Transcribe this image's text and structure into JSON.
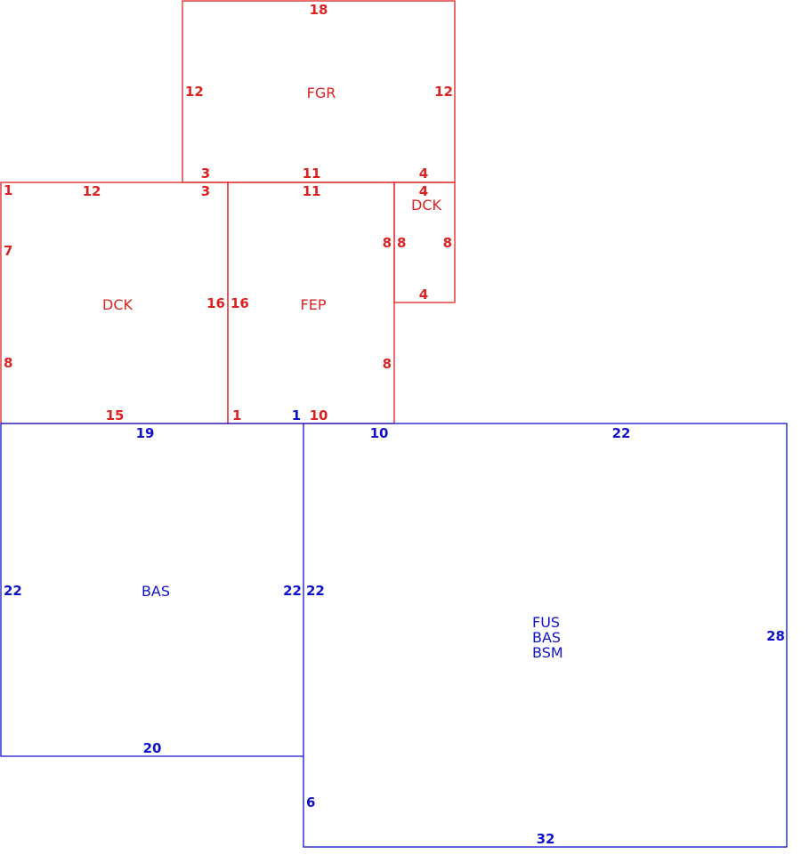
{
  "colors": {
    "red": "#dd2222",
    "blue": "#1111cc"
  },
  "areas": {
    "fgr": {
      "code": "FGR",
      "top": "18",
      "left": "12",
      "right": "12",
      "bottom_left": "3",
      "bottom_mid": "11",
      "bottom_right": "4"
    },
    "dck_left": {
      "code": "DCK",
      "corner": "1",
      "top": "12",
      "top_right": "3",
      "left_upper": "7",
      "left_lower": "8",
      "right": "16",
      "bottom": "15"
    },
    "fep": {
      "code": "FEP",
      "top": "11",
      "left": "16",
      "right_upper": "8",
      "right_lower": "8",
      "bottom_left": "1",
      "bottom_right": "10"
    },
    "dck_small": {
      "code": "DCK",
      "top": "4",
      "left": "8",
      "right": "8",
      "bottom": "4"
    },
    "bas_left": {
      "code": "BAS",
      "top": "19",
      "left": "22",
      "right": "22",
      "bottom": "20"
    },
    "main": {
      "codes": [
        "FUS",
        "BAS",
        "BSM"
      ],
      "step": "1",
      "top_left": "10",
      "top_right": "22",
      "left": "22",
      "right": "28",
      "left_lower": "6",
      "bottom": "32"
    }
  }
}
